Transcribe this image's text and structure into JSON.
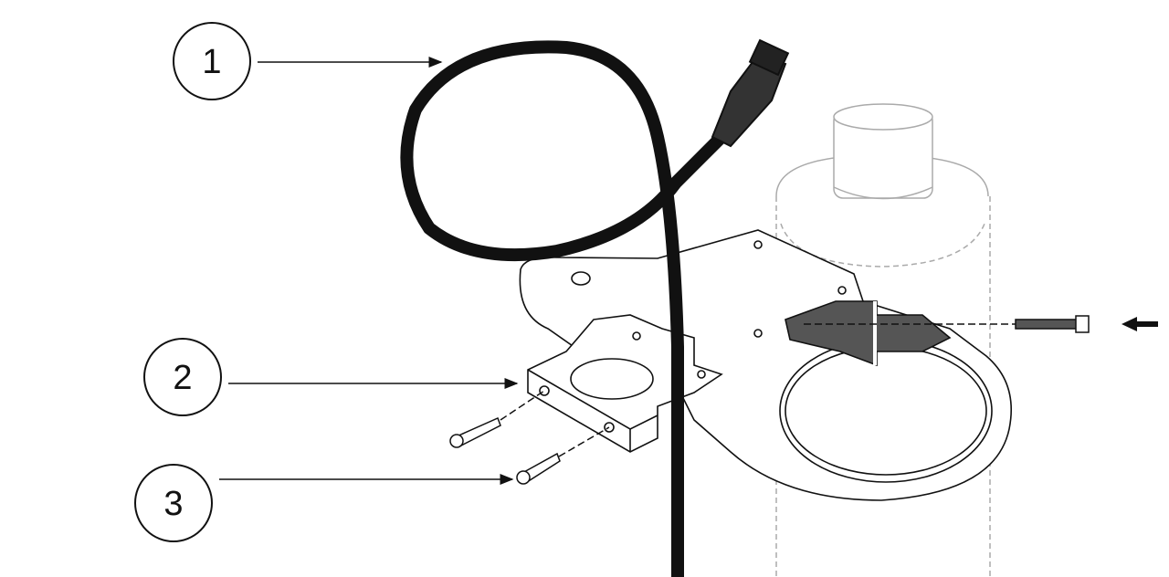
{
  "diagram": {
    "callouts": [
      {
        "number": "1",
        "part": "cable"
      },
      {
        "number": "2",
        "part": "clamp-block"
      },
      {
        "number": "3",
        "part": "screws"
      }
    ],
    "colors": {
      "line": "#111111",
      "cable": "#111111",
      "hidden": "#999999",
      "pole": "#aaaaaa"
    }
  }
}
